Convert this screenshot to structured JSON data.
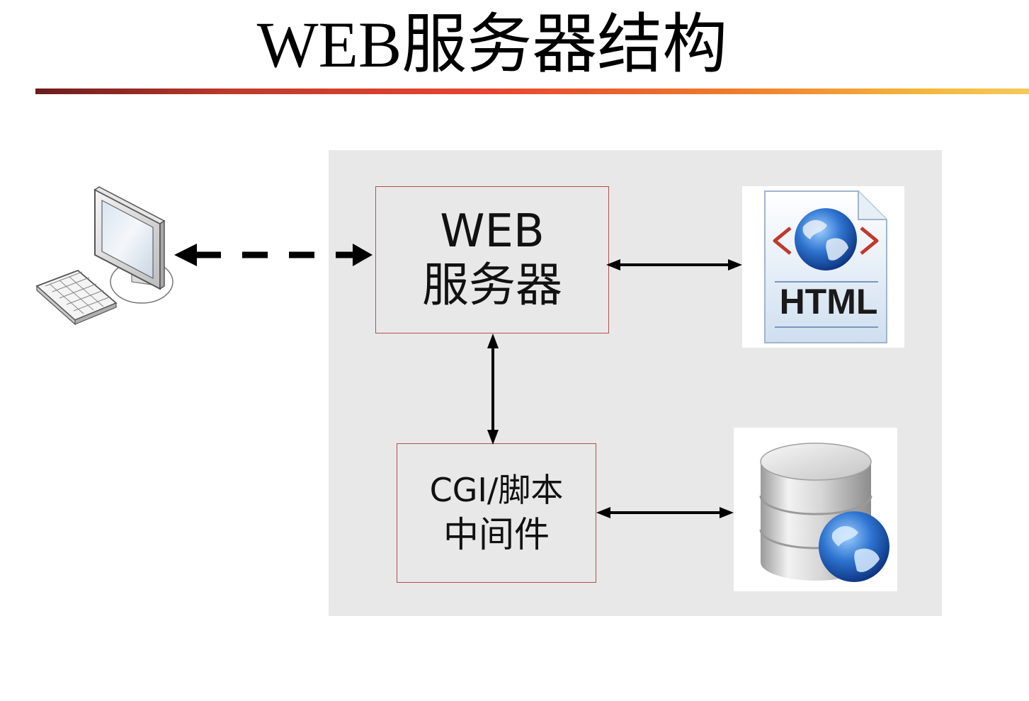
{
  "title": "WEB服务器结构",
  "web_server": {
    "line1": "WEB",
    "line2": "服务器"
  },
  "middleware": {
    "line1": "CGI/脚本",
    "line2": "中间件"
  },
  "html_icon": {
    "label": "HTML",
    "icon": "html-document-icon"
  },
  "database_icon": {
    "icon": "database-globe-icon"
  },
  "client_icon": {
    "icon": "computer-icon"
  },
  "colors": {
    "panel": "#e8e8e8",
    "box_border": "#b05050",
    "arrow": "#000000",
    "accent_rule_start": "#6b1c1c",
    "accent_rule_end": "#f7c85a"
  }
}
